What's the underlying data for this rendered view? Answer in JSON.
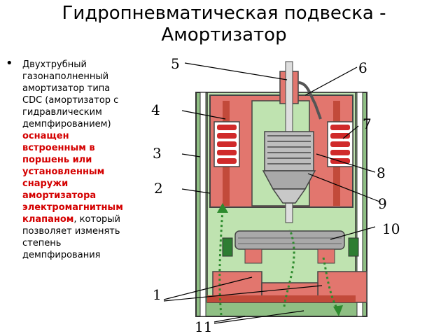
{
  "slide": {
    "title_line1": "Гидропневматическая подвеска -",
    "title_line2": "Амортизатор",
    "bullet": {
      "text_before": "Двухтрубный газонаполненный амортизатор типа CDC (амортизатор с гидравлическим демпфированием) ",
      "highlight": "оснащен встроенным в поршень или установленным снаружи амортизатора электромагнитным клапаном",
      "text_after": ", который позволяет изменять степень демпфирования"
    }
  },
  "diagram": {
    "callouts": [
      "5",
      "6",
      "4",
      "7",
      "3",
      "8",
      "2",
      "9",
      "10",
      "1",
      "11"
    ],
    "colors": {
      "housing": "#e2766e",
      "housing_dark": "#c24a3a",
      "oil": "#bfe3b0",
      "outer_tube": "#8fbf84",
      "metal": "#a9a9a9",
      "coil": "#d02a2a",
      "valve": "#2e7d32",
      "flow_arrow": "#2e8b2e"
    }
  }
}
